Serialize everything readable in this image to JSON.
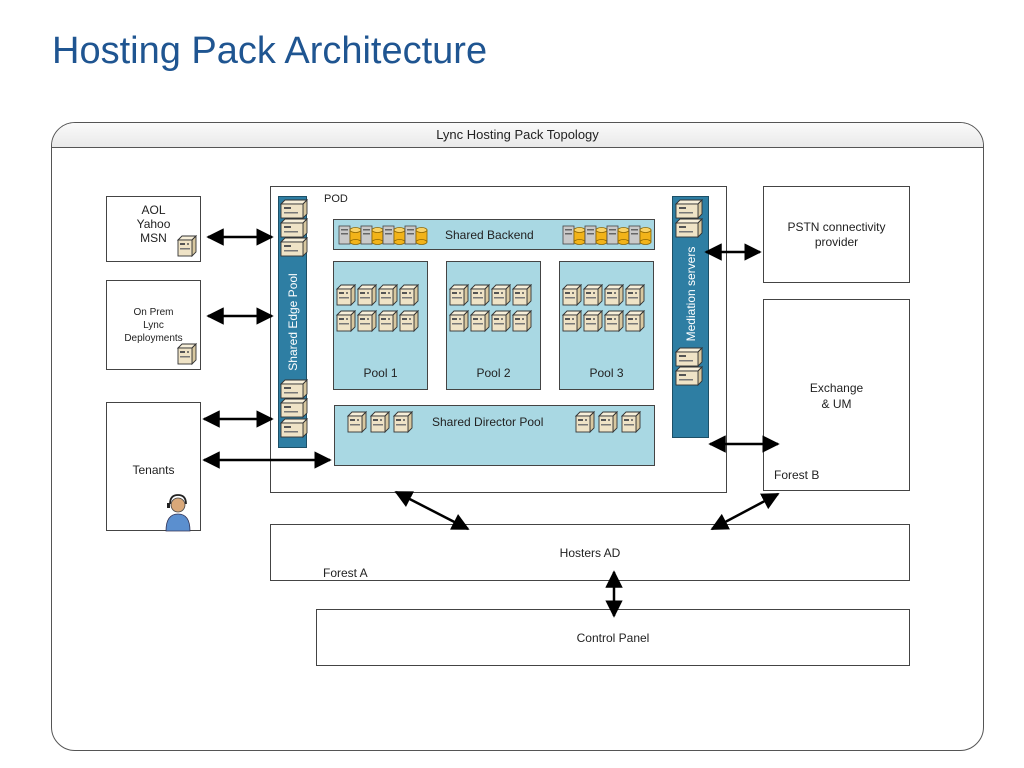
{
  "title": "Hosting Pack Architecture",
  "diagram": {
    "frame_title": "Lync Hosting Pack Topology",
    "external": {
      "im_providers": [
        "AOL",
        "Yahoo",
        "MSN"
      ],
      "on_prem": [
        "On Prem",
        "Lync",
        "Deployments"
      ],
      "tenants": "Tenants"
    },
    "pod": {
      "label": "POD",
      "edge_pool": "Shared Edge Pool",
      "backend": "Shared Backend",
      "pools": [
        "Pool 1",
        "Pool 2",
        "Pool 3"
      ],
      "director_pool": "Shared Director Pool",
      "mediation": "Mediation servers"
    },
    "right": {
      "pstn": [
        "PSTN connectivity",
        "provider"
      ],
      "exchange": [
        "Exchange",
        "& UM"
      ],
      "forest_b": "Forest B"
    },
    "bottom": {
      "hosters_ad": "Hosters AD",
      "forest_a": "Forest A",
      "control_panel": "Control Panel"
    },
    "colors": {
      "title": "#1f5591",
      "edge_bar": "#2e7ea3",
      "pool_fill": "#a9d8e3",
      "server_body": "#efe3c6",
      "backend_disk": "#f2b319"
    },
    "icons": [
      "server-icon",
      "database-server-icon",
      "user-headset-icon",
      "double-arrow-icon"
    ]
  }
}
